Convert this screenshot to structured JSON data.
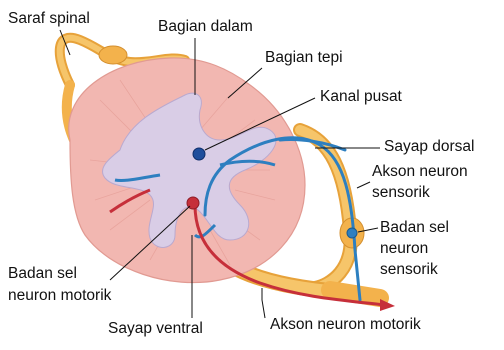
{
  "labels": {
    "saraf_spinal": "Saraf spinal",
    "bagian_dalam": "Bagian dalam",
    "bagian_tepi": "Bagian tepi",
    "kanal_pusat": "Kanal pusat",
    "sayap_dorsal": "Sayap dorsal",
    "akson_sensorik_1": "Akson neuron",
    "akson_sensorik_2": "sensorik",
    "badan_sel_sensorik_1": "Badan sel",
    "badan_sel_sensorik_2": "neuron",
    "badan_sel_sensorik_3": "sensorik",
    "badan_sel_motorik_1": "Badan sel",
    "badan_sel_motorik_2": "neuron motorik",
    "sayap_ventral": "Sayap ventral",
    "akson_motorik": "Akson neuron motorik"
  },
  "colors": {
    "white_matter": "#f2b7b1",
    "gray_matter": "#d9cde6",
    "nerve": "#f3b24c",
    "sensory_neuron": "#2d7fc0",
    "motor_neuron": "#c62f3a",
    "leader_line": "#111111"
  }
}
